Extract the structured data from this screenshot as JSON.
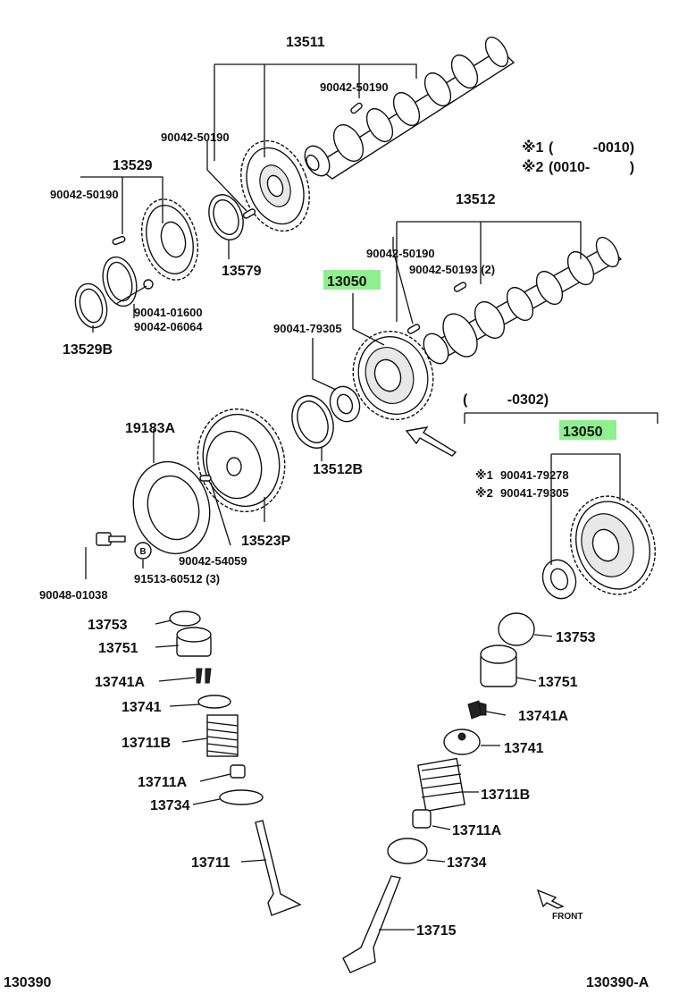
{
  "diagram": {
    "diagram_id_left": "130390",
    "diagram_id_right": "130390-A",
    "front_label": "FRONT",
    "notes": {
      "note1_mark": "※1",
      "note1_range": "(          -0010)",
      "note2_mark": "※2",
      "note2_range": "(0010-          )",
      "range_label": "(          -0302)",
      "mark1": "※1",
      "mark2": "※2",
      "circled_b": "B"
    },
    "parts": {
      "p13511": "13511",
      "p90042_50190_a": "90042-50190",
      "p90042_50190_b": "90042-50190",
      "p90042_50190_c": "90042-50190",
      "p90042_50190_d": "90042-50190",
      "p13529": "13529",
      "p13579": "13579",
      "p13512": "13512",
      "p90042_50193": "90042-50193 (2)",
      "p13050_a": "13050",
      "p13050_b": "13050",
      "p90041_01600": "90041-01600",
      "p90042_06064": "90042-06064",
      "p13529B": "13529B",
      "p90041_79305_a": "90041-79305",
      "p90041_79278": "90041-79278",
      "p90041_79305_b": "90041-79305",
      "p19183A": "19183A",
      "p13512B": "13512B",
      "p13523P": "13523P",
      "p90048_01038": "90048-01038",
      "p91513_60512": "91513-60512 (3)",
      "p90042_54059": "90042-54059",
      "p13753_l": "13753",
      "p13751_l": "13751",
      "p13741A_l": "13741A",
      "p13741_l": "13741",
      "p13711B_l": "13711B",
      "p13711A_l": "13711A",
      "p13734_l": "13734",
      "p13711": "13711",
      "p13753_r": "13753",
      "p13751_r": "13751",
      "p13741A_r": "13741A",
      "p13741_r": "13741",
      "p13711B_r": "13711B",
      "p13711A_r": "13711A",
      "p13734_r": "13734",
      "p13715": "13715"
    }
  }
}
